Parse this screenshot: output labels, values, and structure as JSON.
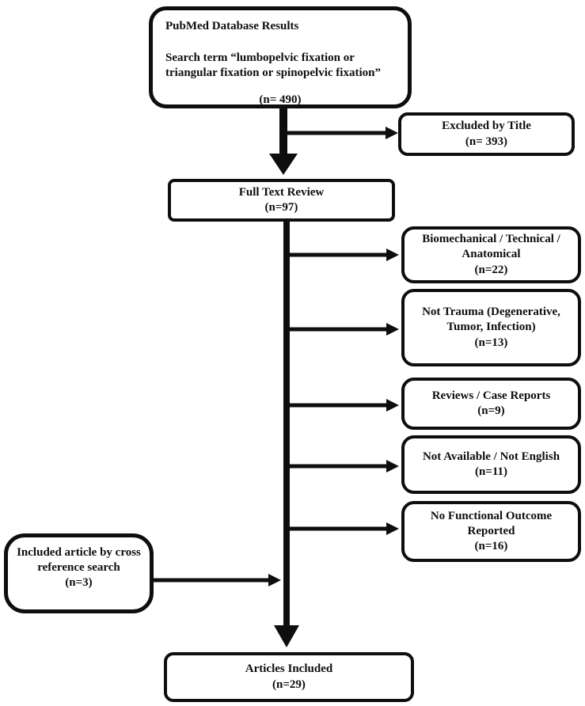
{
  "diagram": {
    "background": "#ffffff",
    "line_color": "#0e0e0e",
    "box_fill": "#ffffff",
    "boxes": {
      "pubmed": {
        "title": "PubMed Database Results",
        "subtitle": "Search term “lumbopelvic fixation or triangular fixation or spinopelvic fixation”",
        "count": "(n= 490)"
      },
      "excluded_by_title": {
        "label": "Excluded by Title",
        "count": "(n= 393)"
      },
      "full_text_review": {
        "label": "Full Text Review",
        "count": "(n=97)"
      },
      "biomechanical": {
        "label": "Biomechanical / Technical / Anatomical",
        "count": "(n=22)"
      },
      "not_trauma": {
        "label": "Not Trauma (Degenerative, Tumor, Infection)",
        "count": "(n=13)"
      },
      "reviews_case_reports": {
        "label": "Reviews / Case Reports",
        "count": "(n=9)"
      },
      "not_available": {
        "label": "Not Available / Not English",
        "count": "(n=11)"
      },
      "no_functional_outcome": {
        "label": "No Functional Outcome Reported",
        "count": "(n=16)"
      },
      "cross_reference": {
        "label": "Included article by cross reference search",
        "count": "(n=3)"
      },
      "articles_included": {
        "label": "Articles Included",
        "count": "(n=29)"
      }
    }
  }
}
